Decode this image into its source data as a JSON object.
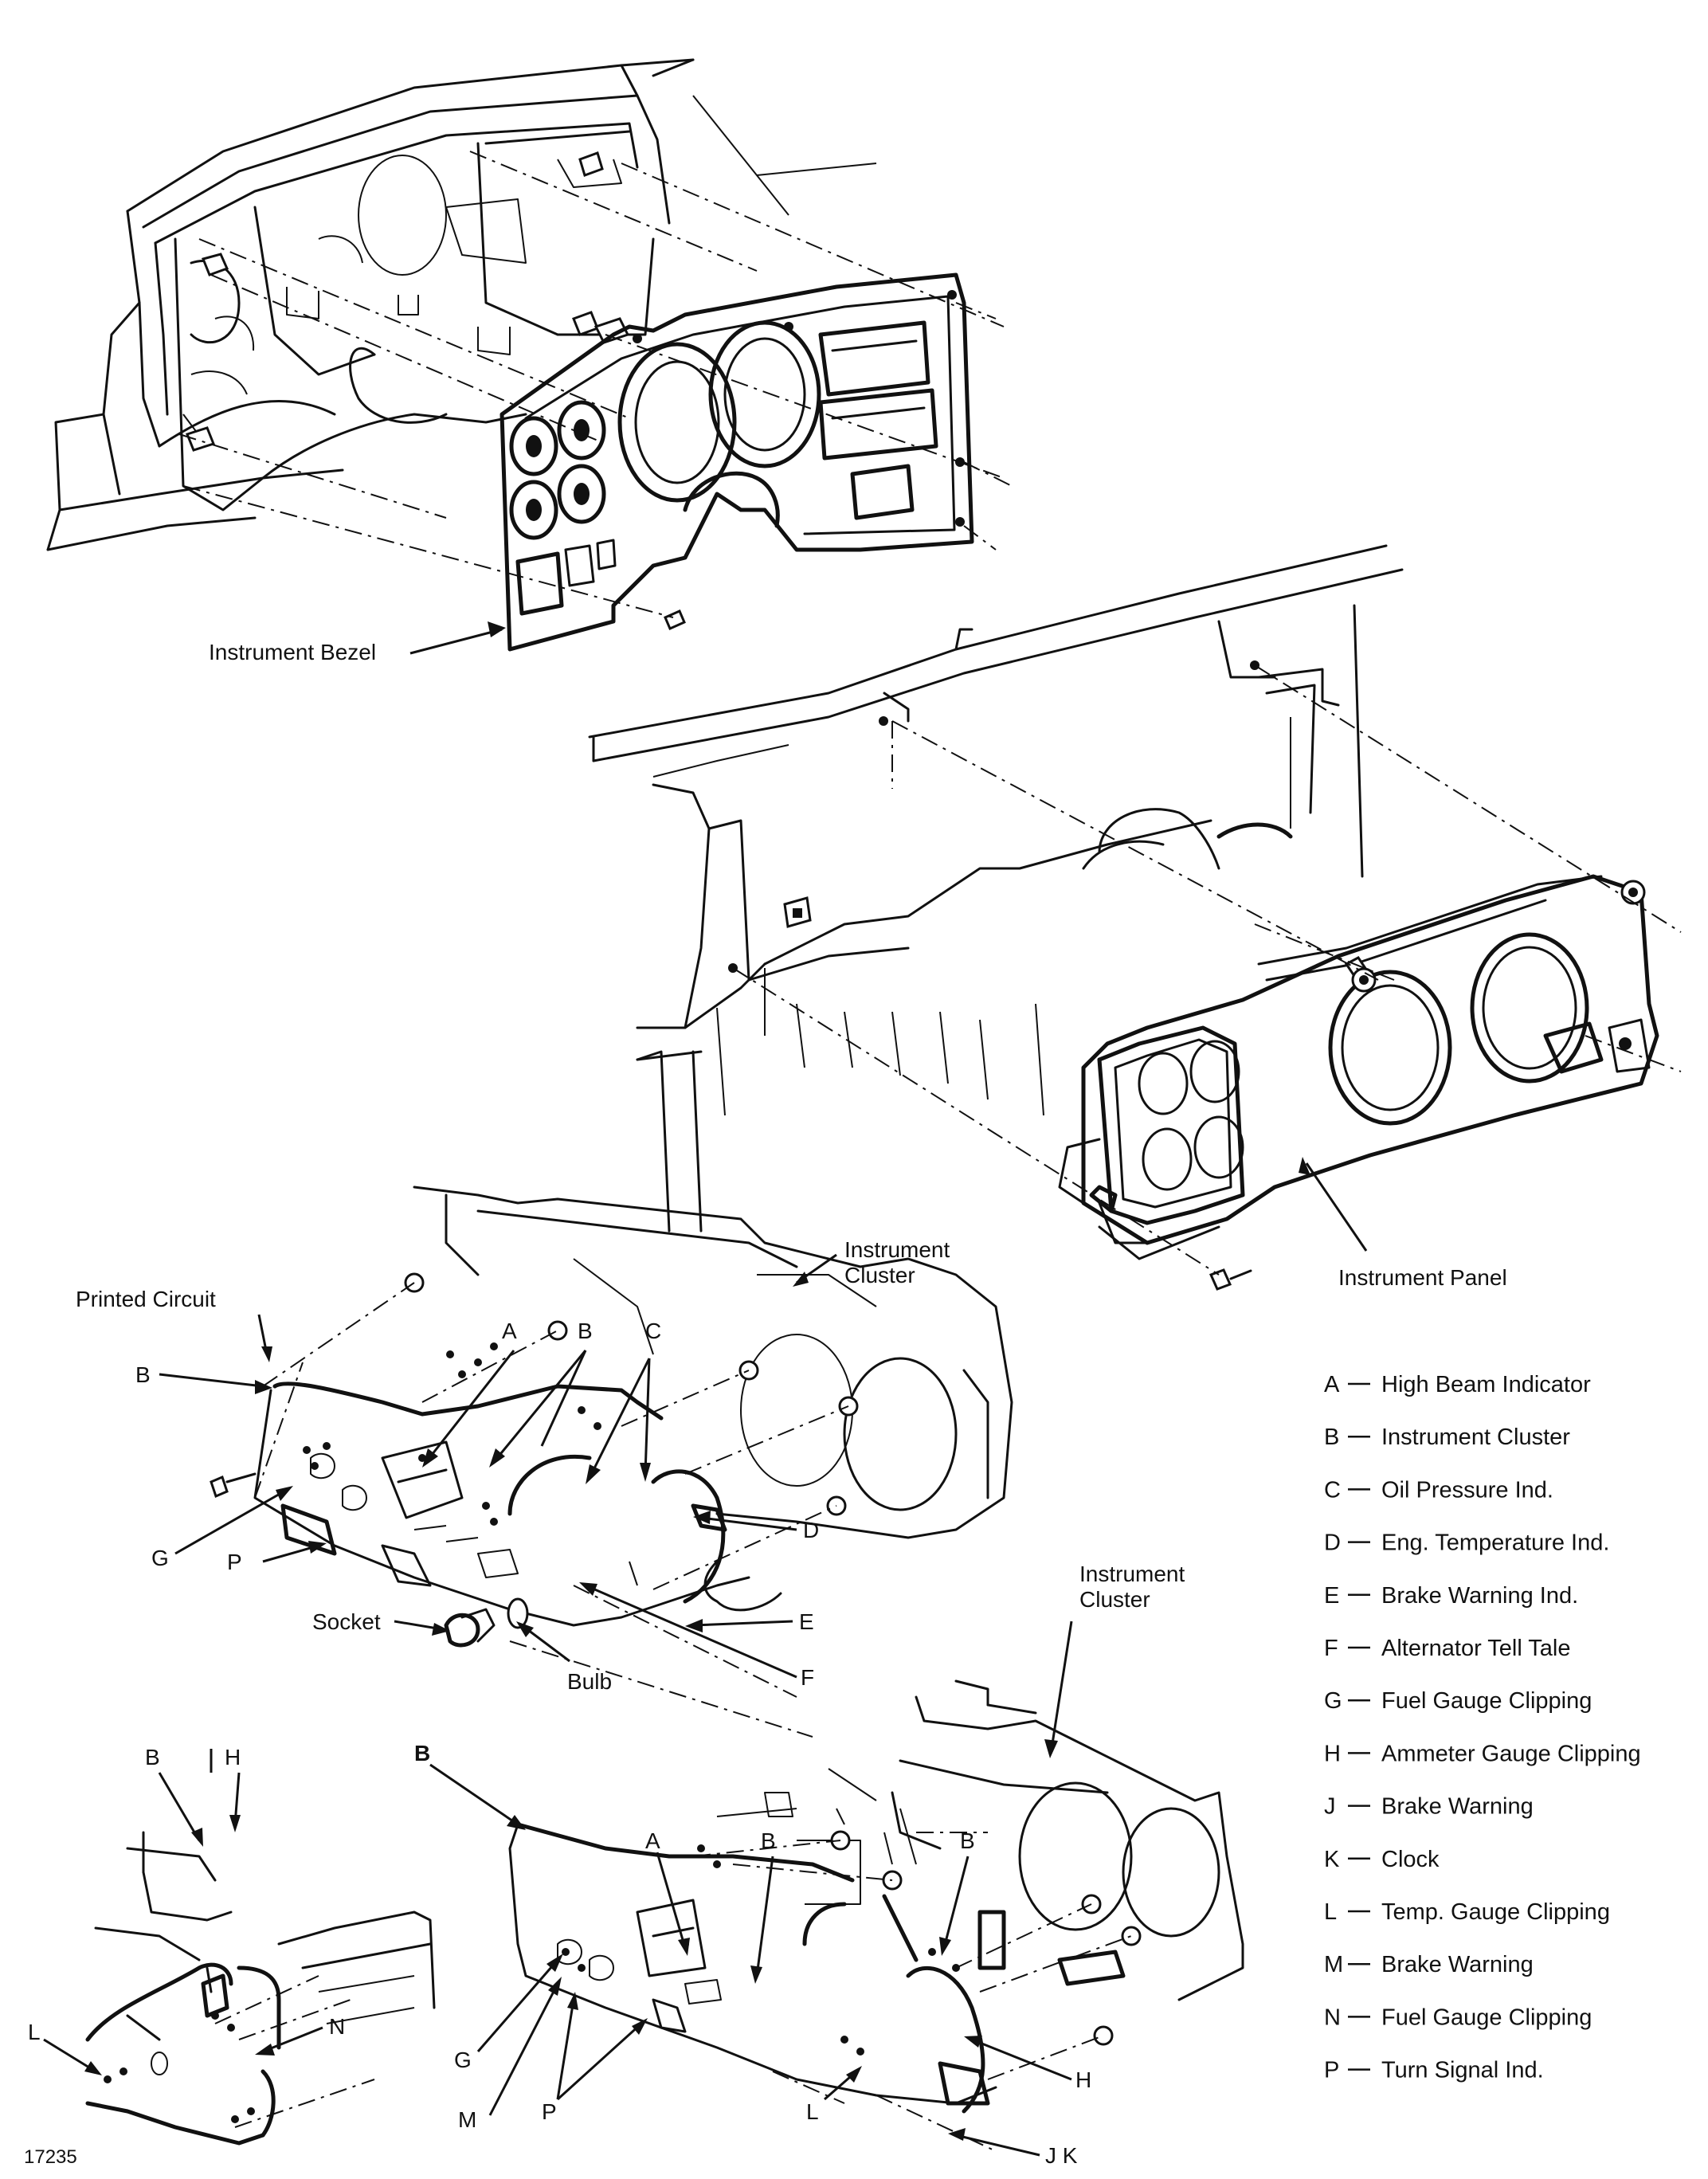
{
  "figure_number": "17235",
  "callouts": {
    "instrument_bezel": "Instrument Bezel",
    "instrument_panel": "Instrument Panel",
    "instrument_cluster_top": "Instrument\nCluster",
    "instrument_cluster_bottom": "Instrument\nCluster",
    "printed_circuit": "Printed Circuit",
    "socket": "Socket",
    "bulb": "Bulb"
  },
  "letters": {
    "A": "A",
    "B": "B",
    "C": "C",
    "D": "D",
    "E": "E",
    "F": "F",
    "G": "G",
    "H": "H",
    "J": "J",
    "K": "K",
    "L": "L",
    "M": "M",
    "N": "N",
    "P": "P",
    "JK": "J K"
  },
  "legend": [
    {
      "key": "A",
      "text": "High Beam Indicator"
    },
    {
      "key": "B",
      "text": "Instrument Cluster"
    },
    {
      "key": "C",
      "text": "Oil Pressure Ind."
    },
    {
      "key": "D",
      "text": "Eng. Temperature Ind."
    },
    {
      "key": "E",
      "text": "Brake Warning Ind."
    },
    {
      "key": "F",
      "text": "Alternator Tell Tale"
    },
    {
      "key": "G",
      "text": "Fuel Gauge Clipping"
    },
    {
      "key": "H",
      "text": "Ammeter Gauge Clipping"
    },
    {
      "key": "J",
      "text": "Brake Warning"
    },
    {
      "key": "K",
      "text": "Clock"
    },
    {
      "key": "L",
      "text": "Temp. Gauge Clipping"
    },
    {
      "key": "M",
      "text": "Brake Warning"
    },
    {
      "key": "N",
      "text": "Fuel Gauge Clipping"
    },
    {
      "key": "P",
      "text": "Turn Signal Ind."
    }
  ]
}
